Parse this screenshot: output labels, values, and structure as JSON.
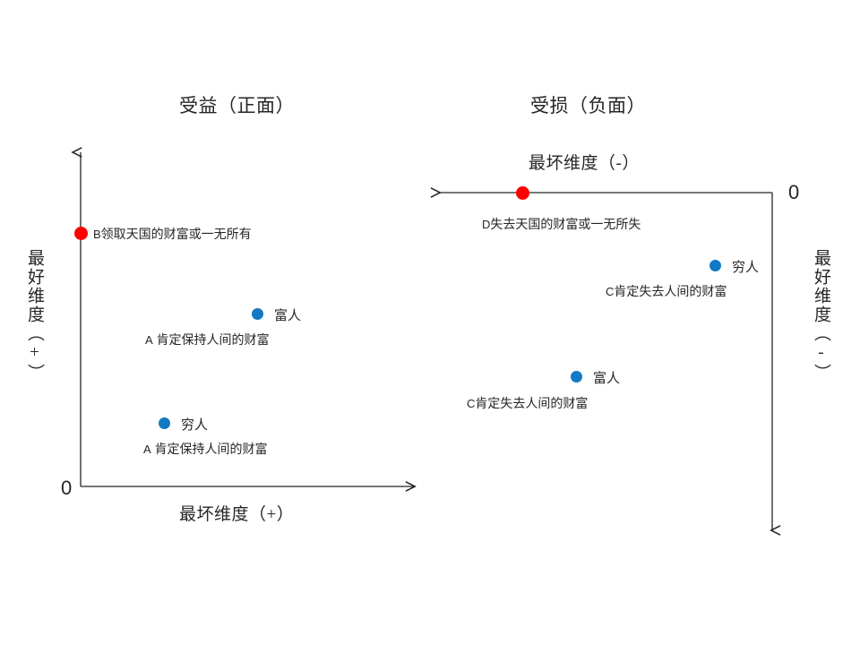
{
  "chart_data": {
    "type": "scatter",
    "title": "",
    "panels": [
      {
        "id": "benefit",
        "title": "受益（正面）",
        "xlabel": "最坏维度（+）",
        "ylabel": "最好维度（+）",
        "origin_label": "0",
        "x_axis_direction": "right",
        "y_axis_direction": "up",
        "grid": false,
        "points": [
          {
            "label": "B领取天国的财富或一无所有",
            "prefix": "B",
            "desc": "领取天国的财富或一无所有",
            "series": "",
            "color": "#ff0000",
            "x": 0,
            "y": 0.74,
            "on_axis": true
          },
          {
            "label": "富人",
            "prefix": "A",
            "desc": "肯定保持人间的财富",
            "series": "富人",
            "color": "#1379c4",
            "x": 0.52,
            "y": 0.51
          },
          {
            "label": "穷人",
            "prefix": "A",
            "desc": "肯定保持人间的财富",
            "series": "穷人",
            "color": "#1379c4",
            "x": 0.24,
            "y": 0.19
          }
        ]
      },
      {
        "id": "loss",
        "title": "受损（负面）",
        "xlabel": "最坏维度（-）",
        "ylabel": "最好维度（-）",
        "origin_label": "0",
        "x_axis_direction": "left",
        "y_axis_direction": "down",
        "grid": false,
        "points": [
          {
            "label": "D失去天国的财富或一无所失",
            "prefix": "D",
            "desc": "失去天国的财富或一无所失",
            "series": "",
            "color": "#ff0000",
            "x": -0.74,
            "y": 0,
            "on_axis": true
          },
          {
            "label": "穷人",
            "prefix": "C",
            "desc": "肯定失去人间的财富",
            "series": "穷人",
            "color": "#1379c4",
            "x": -0.17,
            "y": -0.21
          },
          {
            "label": "富人",
            "prefix": "C",
            "desc": "肯定失去人间的财富",
            "series": "富人",
            "color": "#1379c4",
            "x": -0.58,
            "y": -0.53
          }
        ]
      }
    ],
    "colors": {
      "marker_blue": "#1379c4",
      "marker_red": "#ff0000",
      "axis": "#262626",
      "text": "#262626",
      "background": "#ffffff"
    }
  },
  "left_panel": {
    "title": "受益（正面）",
    "y_axis_title": "最好维度（+）",
    "x_axis_title": "最坏维度（+）",
    "origin_label": "0",
    "b_point": {
      "prefix": "B",
      "desc": "领取天国的财富或一无所有"
    },
    "rich": {
      "name": "富人",
      "prefix": "A",
      "desc": "肯定保持人间的财富"
    },
    "poor": {
      "name": "穷人",
      "prefix": "A",
      "desc": "肯定保持人间的财富"
    }
  },
  "right_panel": {
    "title": "受损（负面）",
    "y_axis_title": "最好维度（-）",
    "x_axis_title": "最坏维度（-）",
    "origin_label": "0",
    "d_point": {
      "prefix": "D",
      "desc": "失去天国的财富或一无所失"
    },
    "poor": {
      "name": "穷人",
      "prefix": "C",
      "desc": "肯定失去人间的财富"
    },
    "rich": {
      "name": "富人",
      "prefix": "C",
      "desc": "肯定失去人间的财富"
    }
  }
}
